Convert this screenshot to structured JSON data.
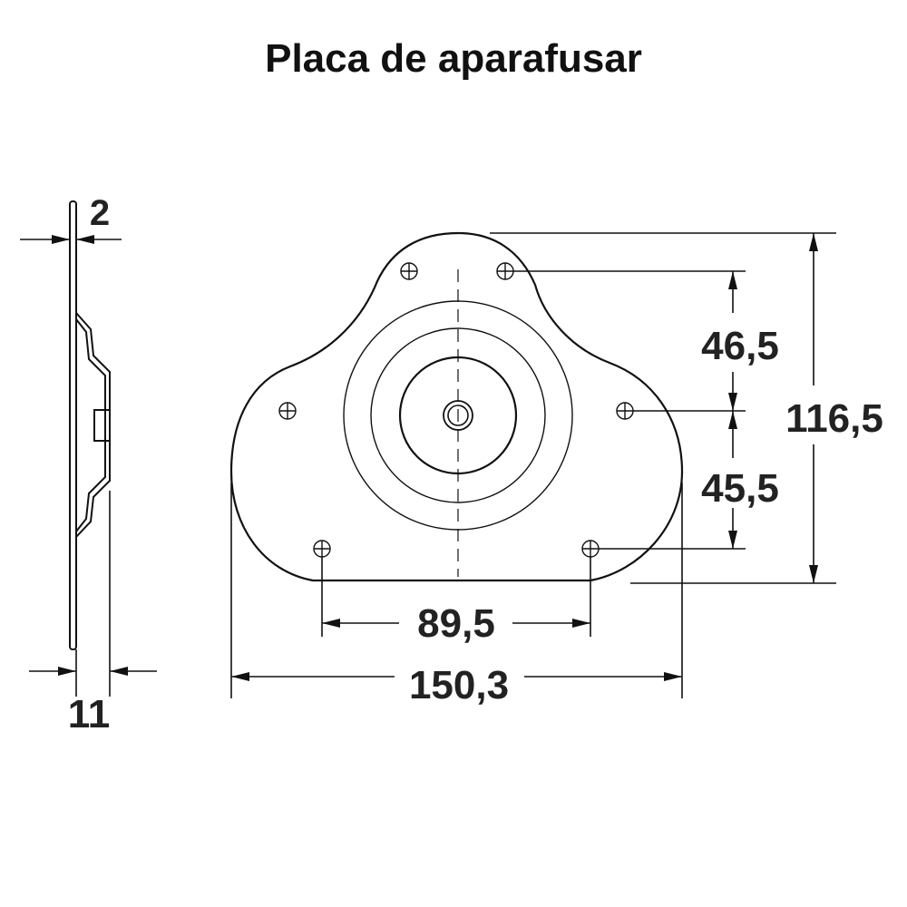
{
  "title": "Placa de aparafusar",
  "dimensions": {
    "side_thickness": "2",
    "side_height": "11",
    "upper_spacing": "46,5",
    "lower_spacing": "45,5",
    "total_height": "116,5",
    "hole_spacing": "89,5",
    "total_width": "150,3"
  }
}
